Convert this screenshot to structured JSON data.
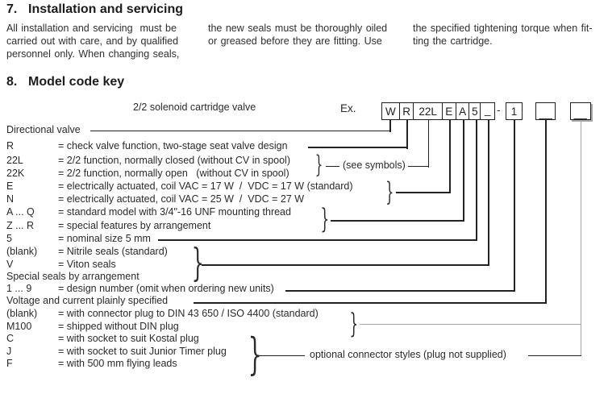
{
  "sections": {
    "installation": {
      "number": "7.",
      "title": "Installation and servicing",
      "col1": [
        "All installation and servicing  must be",
        "carried out with care, and by qualified",
        "personnel only. When changing seals,"
      ],
      "col2": [
        "the new seals must be thoroughly oiled",
        "or greased before they are fitting. Use"
      ],
      "col3": [
        "the specified tightening torque when fit-",
        "ting the cartridge."
      ]
    },
    "model_code": {
      "number": "8.",
      "title": "Model code key"
    }
  },
  "diagram": {
    "product_label": "2/2 solenoid cartridge valve",
    "example_label": "Ex.",
    "code_cells": [
      "W",
      "R",
      "22L",
      "E",
      "A",
      "5",
      "_"
    ],
    "separator": "-",
    "design_box": "1",
    "blank_box_1": "_",
    "blank_box_2": "_",
    "see_symbols": "(see symbols)",
    "optional_note": "optional connector styles (plug not supplied)",
    "brace": "}",
    "rows": [
      {
        "label": "Directional valve",
        "desc": ""
      },
      {
        "label": "R",
        "desc": "= check valve function, two-stage seat valve design"
      },
      {
        "label": "22L",
        "desc": "= 2/2 function, normally closed (without CV in spool)"
      },
      {
        "label": "22K",
        "desc": "= 2/2 function, normally open   (without CV in spool)"
      },
      {
        "label": "E",
        "desc": "= electrically actuated, coil VAC = 17 W  /  VDC = 17 W (standard)"
      },
      {
        "label": "N",
        "desc": "= electrically actuated, coil VAC = 25 W  /  VDC = 27 W"
      },
      {
        "label": "A ... Q",
        "desc": "= standard model with 3/4\"-16 UNF mounting thread"
      },
      {
        "label": "Z ... R",
        "desc": "= special features by arrangement"
      },
      {
        "label": "5",
        "desc": "= nominal size 5 mm"
      },
      {
        "label": "(blank)",
        "desc": "= Nitrile seals (standard)"
      },
      {
        "label": "V",
        "desc": "= Viton seals"
      },
      {
        "label": "Special seals by arrangement",
        "desc": ""
      },
      {
        "label": "1 ... 9",
        "desc": "= design number (omit when ordering new units)"
      },
      {
        "label": "Voltage and current plainly specified",
        "desc": ""
      },
      {
        "label": "(blank)",
        "desc": "= with connector plug to DIN 43 650 / ISO 4400 (standard)"
      },
      {
        "label": "M100",
        "desc": "= shipped without DIN plug"
      },
      {
        "label": "C",
        "desc": "= with socket to suit Kostal plug"
      },
      {
        "label": "J",
        "desc": "= with socket to suit Junior Timer plug"
      },
      {
        "label": "F",
        "desc": "= with 500 mm flying leads"
      }
    ]
  }
}
